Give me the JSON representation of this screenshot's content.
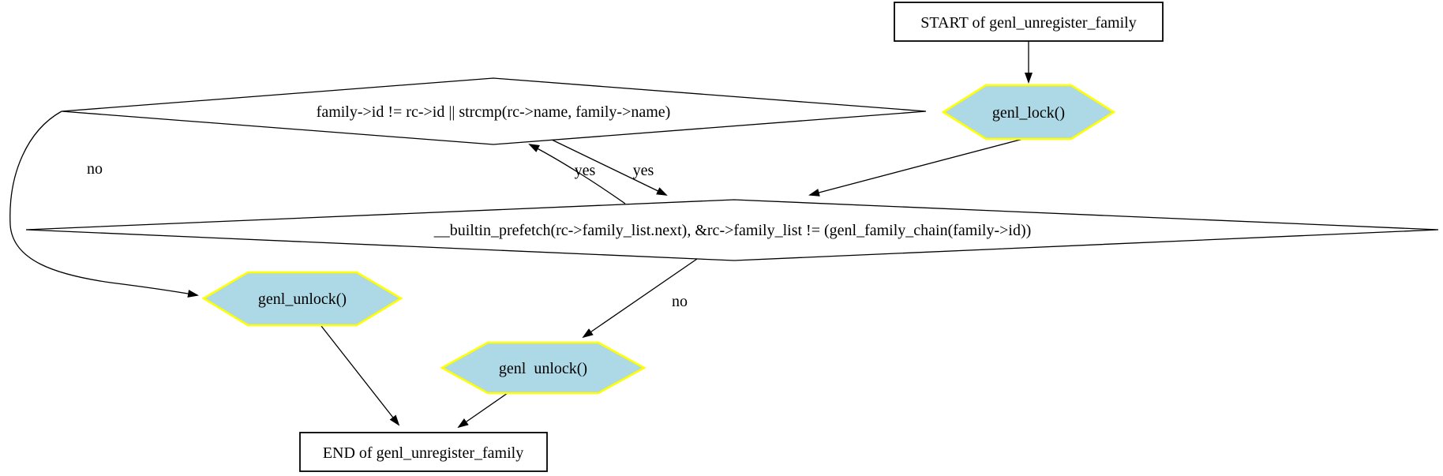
{
  "diagram": {
    "type": "control-flow-graph",
    "background_color": "#ffffff",
    "colors": {
      "hexagon_fill": "#ADD8E6",
      "hexagon_border": "#FFFF00",
      "node_border": "#000000",
      "edge_color": "#000000",
      "text_color": "#000000"
    },
    "nodes": {
      "start": {
        "type": "box",
        "label": "START of genl_unregister_family"
      },
      "genl_lock": {
        "type": "hexagon",
        "label": "genl_lock()"
      },
      "cond_if": {
        "type": "diamond",
        "label": "family->id != rc->id || strcmp(rc->name, family->name)"
      },
      "cond_loop": {
        "type": "diamond",
        "label": "__builtin_prefetch(rc->family_list.next), &rc->family_list != (genl_family_chain(family->id))"
      },
      "unlock_left": {
        "type": "hexagon",
        "label": "genl_unlock()"
      },
      "unlock_mid": {
        "type": "hexagon",
        "label": "genl  unlock()"
      },
      "end": {
        "type": "box",
        "label": "END of genl_unregister_family"
      }
    },
    "edges": {
      "start_to_lock": {
        "from": "start",
        "to": "genl_lock",
        "label": ""
      },
      "lock_to_loop": {
        "from": "genl_lock",
        "to": "cond_loop",
        "label": ""
      },
      "loop_to_if": {
        "from": "cond_loop",
        "to": "cond_if",
        "label": "yes"
      },
      "if_to_loop": {
        "from": "cond_if",
        "to": "cond_loop",
        "label": "yes"
      },
      "if_to_unlock_left": {
        "from": "cond_if",
        "to": "unlock_left",
        "label": "no"
      },
      "loop_to_unlock_mid": {
        "from": "cond_loop",
        "to": "unlock_mid",
        "label": "no"
      },
      "unlock_left_to_end": {
        "from": "unlock_left",
        "to": "end",
        "label": ""
      },
      "unlock_mid_to_end": {
        "from": "unlock_mid",
        "to": "end",
        "label": ""
      }
    }
  }
}
